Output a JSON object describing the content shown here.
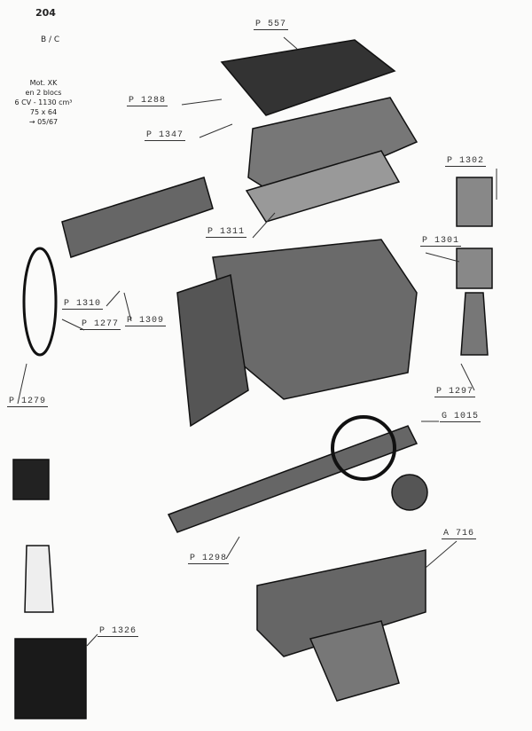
{
  "page_number": "204",
  "category": "B / C",
  "spec": {
    "line1": "Mot. XK",
    "line2": "en 2 blocs",
    "line3": "6 CV - 1130 cm³",
    "line4": "75 x 64",
    "line5": "→ 05/67"
  },
  "callouts": [
    "P 557",
    "P 1288",
    "P 1347",
    "P 1302",
    "P 1311",
    "P 1301",
    "P 1310",
    "P 1277",
    "P 1309",
    "P 1279",
    "P 1297",
    "G 1015",
    "P 1298",
    "A 716",
    "P 1326"
  ]
}
